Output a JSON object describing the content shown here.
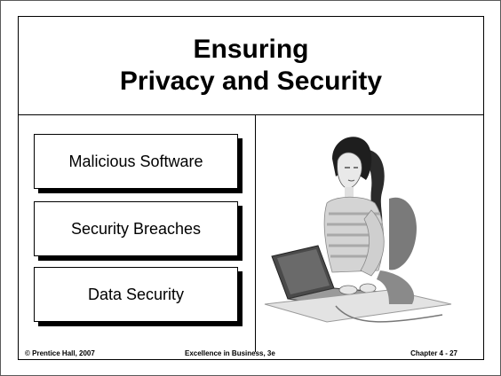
{
  "slide": {
    "title_line1": "Ensuring",
    "title_line2": "Privacy and Security"
  },
  "topics": [
    {
      "label": "Malicious Software"
    },
    {
      "label": "Security Breaches"
    },
    {
      "label": "Data Security"
    }
  ],
  "illustration": {
    "name": "woman-with-laptop-clipart"
  },
  "footer": {
    "left": "© Prentice Hall, 2007",
    "center": "Excellence in Business, 3e",
    "right": "Chapter 4 - 27"
  }
}
